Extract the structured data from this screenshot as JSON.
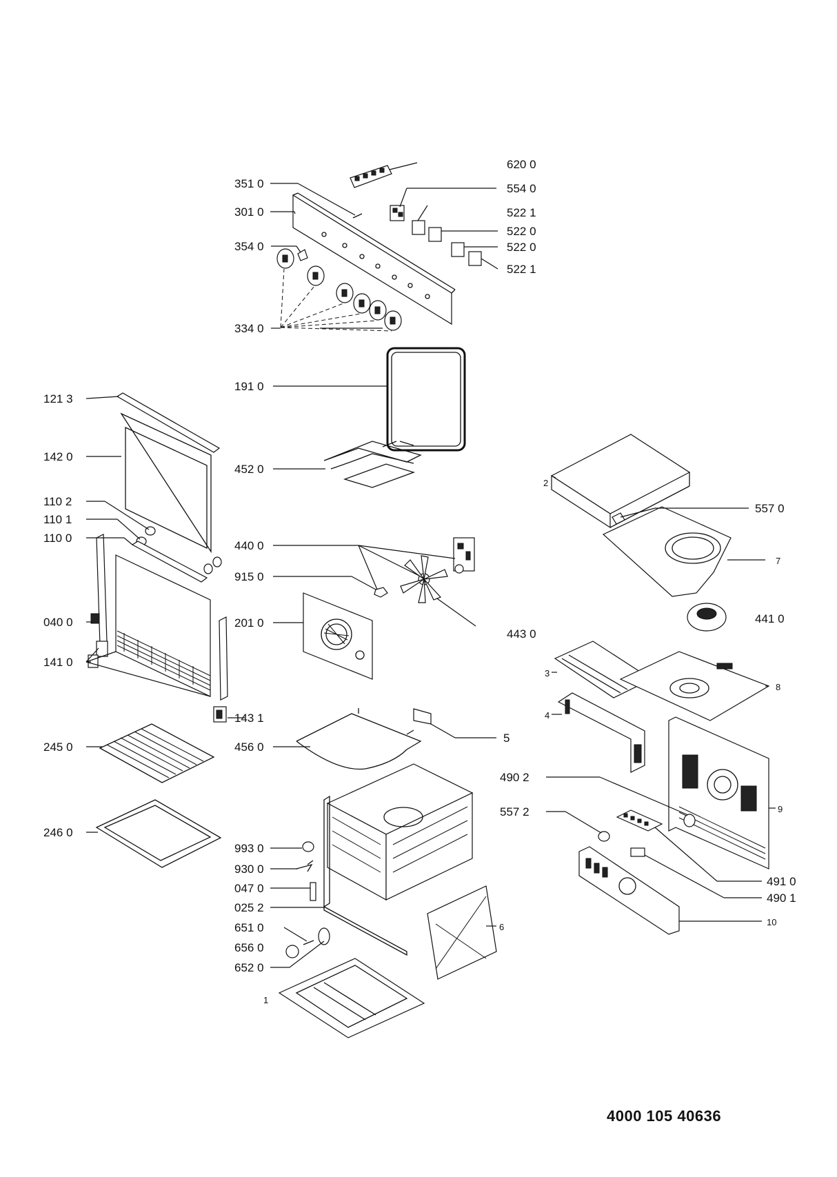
{
  "document_number": "4000 105 40636",
  "labels": {
    "p6200": "620 0",
    "p3510": "351 0",
    "p5540": "554 0",
    "p3010": "301 0",
    "p5221a": "522 1",
    "p5220a": "522 0",
    "p3540": "354 0",
    "p5220b": "522 0",
    "p5221b": "522 1",
    "p3340": "334 0",
    "p1910": "191 0",
    "p1213": "121 3",
    "p1420": "142 0",
    "p4520": "452 0",
    "p1102": "110 2",
    "p1101": "110 1",
    "p1100": "110 0",
    "p4400": "440 0",
    "p9150": "915 0",
    "p0400": "040 0",
    "p2010": "201 0",
    "p4430": "443 0",
    "p1410": "141 0",
    "p1431": "143 1",
    "p2450": "245 0",
    "p4560": "456 0",
    "p5": "5",
    "p2460": "246 0",
    "p9930": "993 0",
    "p9300": "930 0",
    "p0470": "047 0",
    "p0252": "025 2",
    "p6510": "651 0",
    "p6560": "656 0",
    "p6520": "652 0",
    "p1": "1",
    "p6": "6",
    "p2": "2",
    "p5570": "557 0",
    "p7": "7",
    "p4410": "441 0",
    "p3": "3",
    "p8": "8",
    "p4": "4",
    "p9": "9",
    "p4902": "490 2",
    "p5572": "557 2",
    "p4910": "491 0",
    "p4901": "490 1",
    "p10": "10"
  }
}
